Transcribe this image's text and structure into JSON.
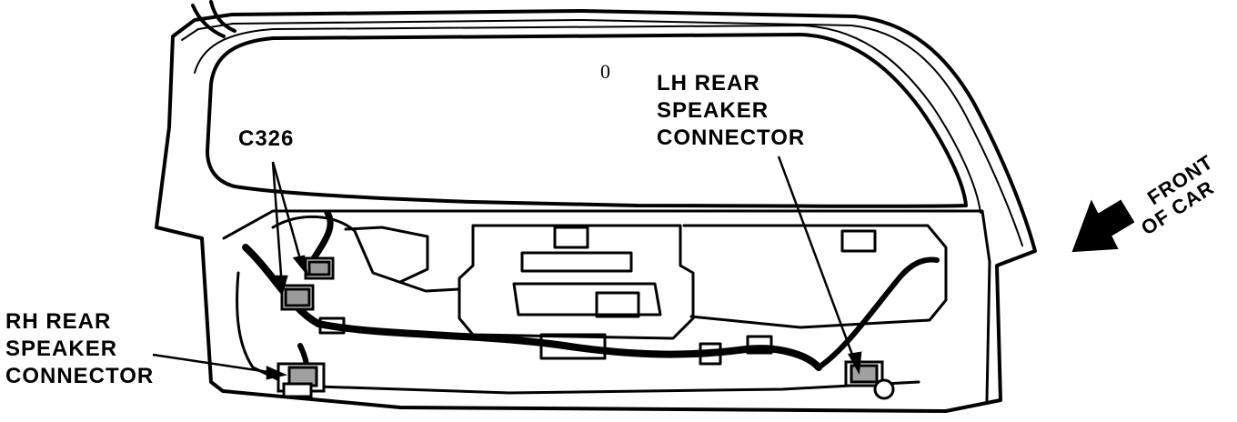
{
  "labels": {
    "zero": "0",
    "c326": "C326",
    "lh_line1": "LH REAR",
    "lh_line2": "SPEAKER",
    "lh_line3": "CONNECTOR",
    "rh_line1": "RH REAR",
    "rh_line2": "SPEAKER",
    "rh_line3": "CONNECTOR",
    "front_line1": "FRONT",
    "front_line2": "OF CAR"
  }
}
